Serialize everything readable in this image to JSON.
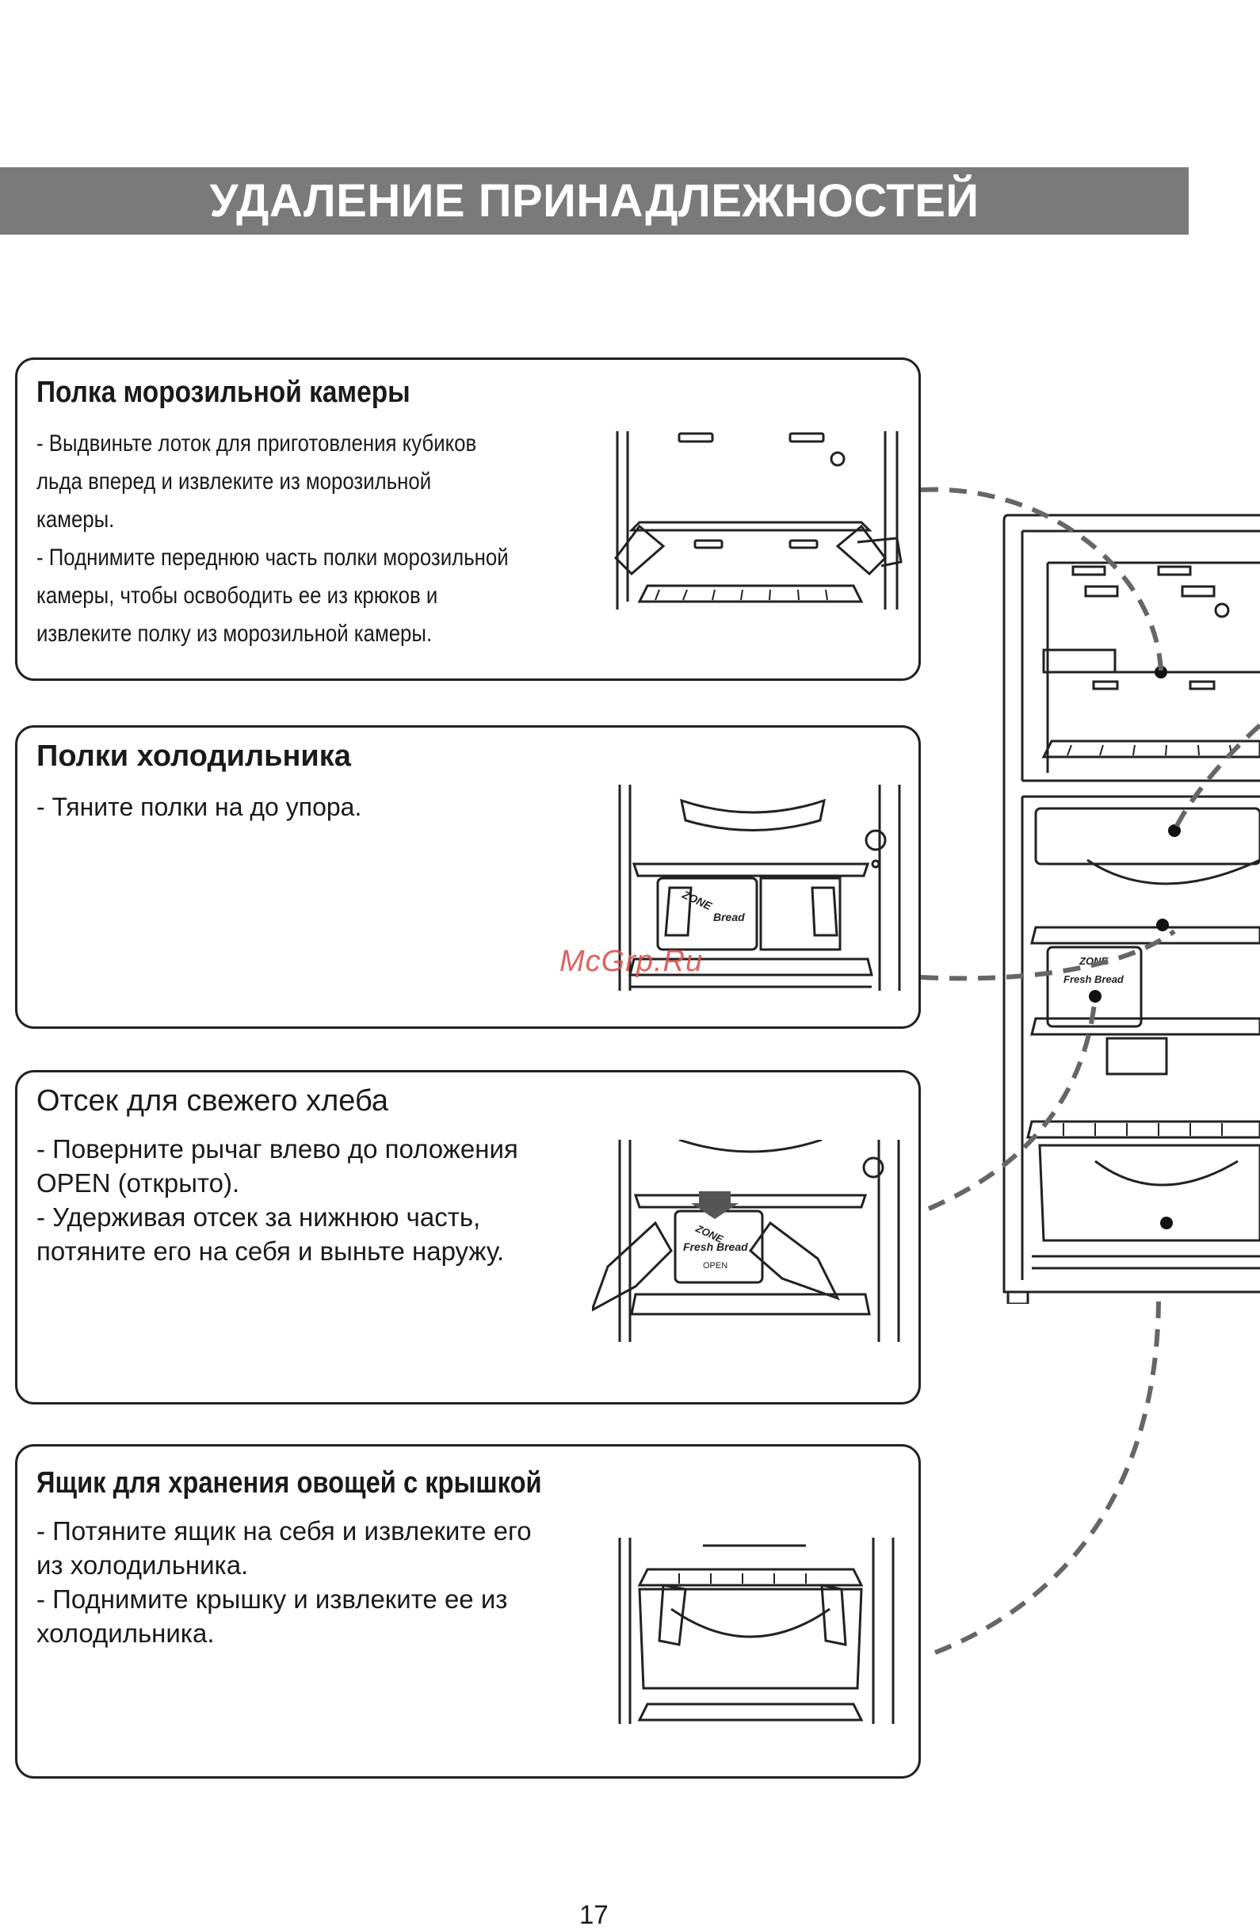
{
  "header": {
    "title": "УДАЛЕНИЕ ПРИНАДЛЕЖНОСТЕЙ"
  },
  "sections": [
    {
      "title": "Полка морозильной камеры",
      "steps": [
        "- Выдвиньте лоток для приготовления кубиков\n   льда вперед и извлеките из морозильной\n   камеры.",
        "-  Поднимите переднюю часть полки морозильной\n   камеры, чтобы освободить ее из крюков и\n   извлеките полку из морозильной камеры."
      ]
    },
    {
      "title": "Полки холодильника",
      "steps": [
        "-  Тяните полки на до упора."
      ]
    },
    {
      "title": "Отсек для свежего хлеба",
      "steps": [
        "- Поверните рычаг влево до положения\n   OPEN (открыто).",
        "- Удерживая отсек за нижнюю часть,\n   потяните его на себя и выньте наружу."
      ]
    },
    {
      "title": "Ящик для хранения овощей с крышкой",
      "steps": [
        "- Потяните ящик на себя и извлеките его\n   из холодильника.",
        "- Поднимите крышку и извлеките ее из\n   холодильника."
      ]
    }
  ],
  "illustration_labels": {
    "zone": "ZONE",
    "fresh_bread": "Fresh Bread",
    "bread": "Bread",
    "open": "OPEN"
  },
  "watermark": "McGrp.Ru",
  "page_number": "17",
  "colors": {
    "title_bar": "#7a7a7a",
    "line": "#222222",
    "watermark": "#d9534f"
  }
}
